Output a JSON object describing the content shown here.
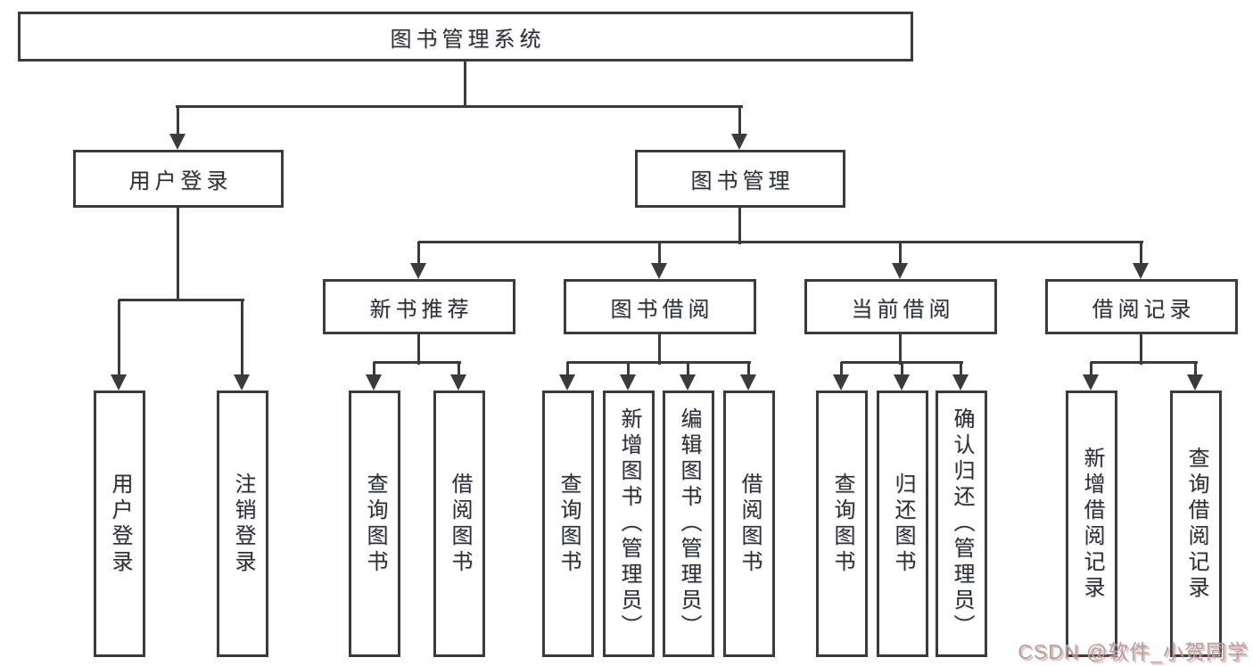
{
  "diagram": {
    "root": {
      "label": "图书管理系统"
    },
    "user": {
      "label": "用户登录",
      "children": [
        "用户登录",
        "注销登录"
      ]
    },
    "mgmt": {
      "label": "图书管理",
      "sections": [
        {
          "label": "新书推荐",
          "children": [
            "查询图书",
            "借阅图书"
          ]
        },
        {
          "label": "图书借阅",
          "children": [
            "查询图书",
            "新增图书（管理员）",
            "编辑图书（管理员）",
            "借阅图书"
          ]
        },
        {
          "label": "当前借阅",
          "children": [
            "查询图书",
            "归还图书",
            "确认归还（管理员）"
          ]
        },
        {
          "label": "借阅记录",
          "children": [
            "新增借阅记录",
            "查询借阅记录"
          ]
        }
      ]
    }
  },
  "watermark": {
    "text": "CSDN @软件_小贺同学"
  },
  "colors": {
    "line": "#3b3b3b",
    "text": "#2f2f2f",
    "background": "#ffffff",
    "watermark_text": "#a6a6a6",
    "watermark_shadow": "#ee7878"
  }
}
